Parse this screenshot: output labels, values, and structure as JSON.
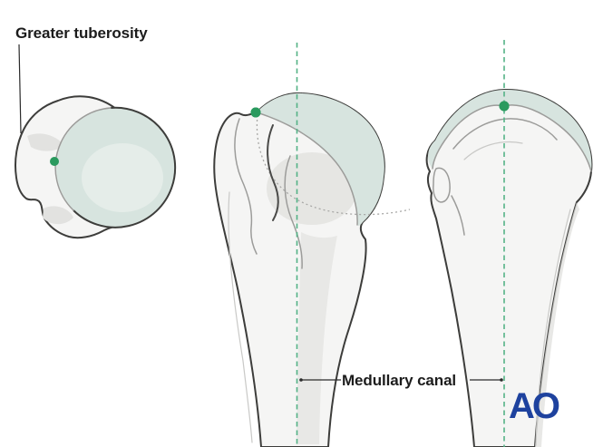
{
  "labels": {
    "greater_tuberosity": "Greater tuberosity",
    "medullary_canal": "Medullary canal"
  },
  "logo": {
    "text": "AO"
  },
  "colors": {
    "background": "#ffffff",
    "outline": "#3d3d3b",
    "bone_fill": "#f5f5f4",
    "bone_shade": "#e2e2e0",
    "bone_shade_deep": "#d8d8d6",
    "cartilage": "#d7e4df",
    "cartilage_light": "#e5ede9",
    "contour_gray": "#9c9c9a",
    "dotted_gray": "#a8a8a6",
    "axis_green": "#54b286",
    "landmark_green": "#2a9a5e",
    "leader_black": "#2b2b2b",
    "text_color": "#1c1c1c",
    "logo_blue": "#1e429e"
  }
}
